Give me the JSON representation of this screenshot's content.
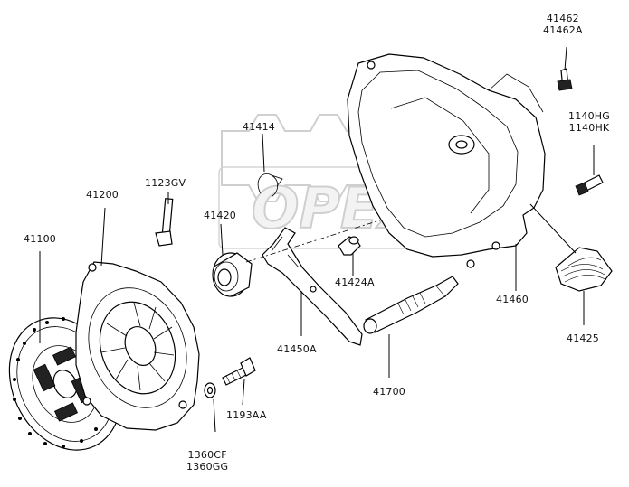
{
  "diagram": {
    "watermark": "OPEX",
    "labels": {
      "p41462": "41462",
      "p41462a": "41462A",
      "p1140hg": "1140HG",
      "p1140hk": "1140HK",
      "p41414": "41414",
      "p1123gv": "1123GV",
      "p41200": "41200",
      "p41420": "41420",
      "p41100": "41100",
      "p41424a": "41424A",
      "p41460": "41460",
      "p41450a": "41450A",
      "p41425": "41425",
      "p41700": "41700",
      "p1193aa": "1193AA",
      "p1360cf": "1360CF",
      "p1360gg": "1360GG"
    }
  }
}
